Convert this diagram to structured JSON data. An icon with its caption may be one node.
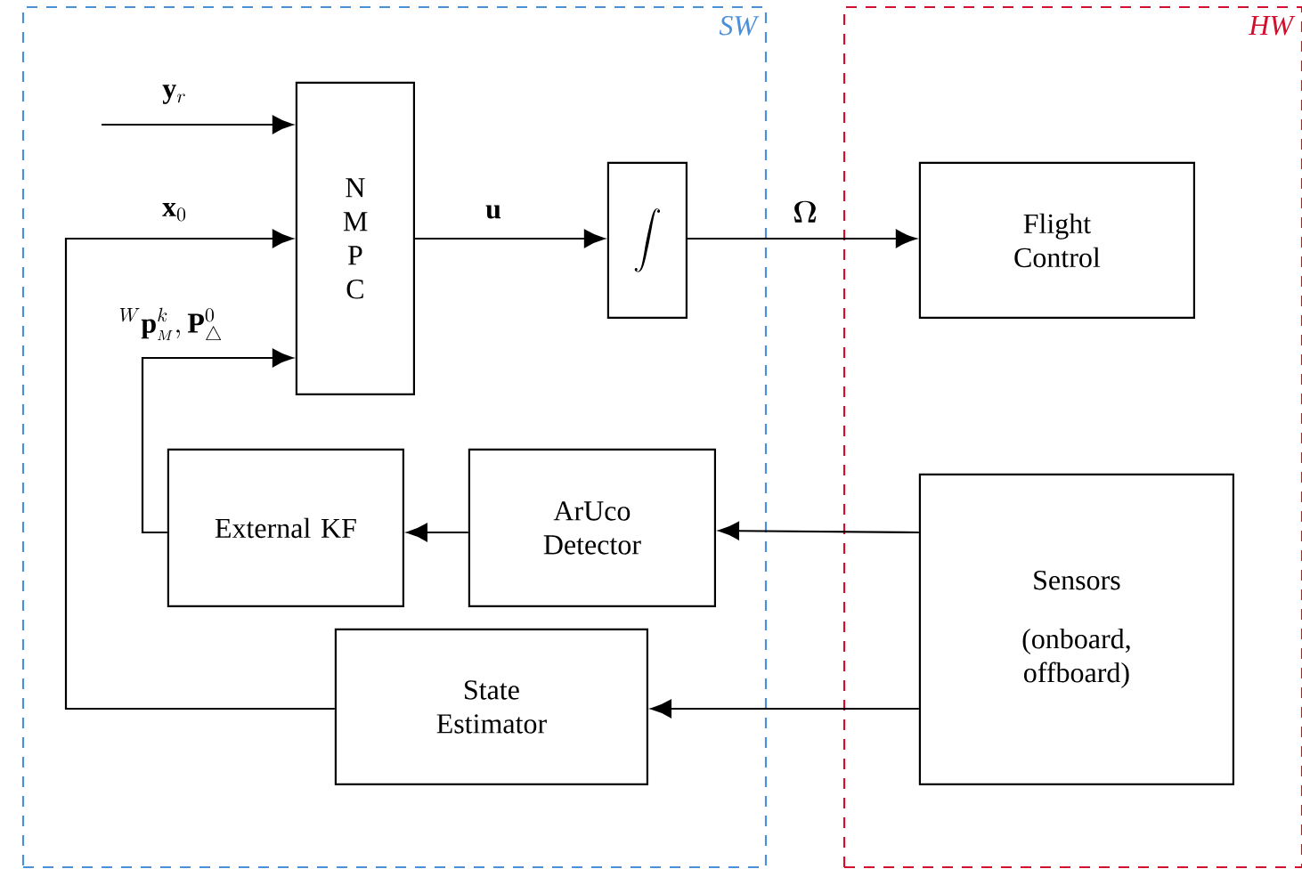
{
  "diagram": {
    "nodes": [
      {
        "text": [
          "SW"
        ]
      },
      {
        "text": [
          "HW"
        ]
      },
      {
        "text": [
          "N M P C"
        ],
        "in": 0
      },
      {
        "text": [
          "\\int"
        ],
        "in": 0
      },
      {
        "text": [
          "Flight Control"
        ],
        "in": 1
      },
      {
        "text": [
          "Sensors",
          "(onboard, offboard)"
        ],
        "in": 1
      },
      {
        "text": [
          "External KF"
        ],
        "in": 0
      },
      {
        "text": [
          "ArUco Detector"
        ],
        "in": 0
      },
      {
        "text": [
          "State Estimator"
        ],
        "in": 0
      }
    ],
    "edges": [
      {
        "from": null,
        "to": 2,
        "arrow": "to",
        "label": "\\mathbf{y}_r"
      },
      {
        "from": 8,
        "to": 2,
        "arrow": "to",
        "label": "\\mathbf{x}_0"
      },
      {
        "from": 6,
        "to": 2,
        "arrow": "to",
        "label": "{}^{W}\\mathbf{p}^{k}_{\\scriptscriptstyle M},\\mathbf{P}^{0}_{\\triangle}"
      },
      {
        "from": 2,
        "to": 3,
        "arrow": "to",
        "label": "\\mathbf{u}"
      },
      {
        "from": 3,
        "to": 4,
        "arrow": "to",
        "label": "\\boldsymbol{\\Omega}"
      },
      {
        "from": 5,
        "to": 7,
        "arrow": "to"
      },
      {
        "from": 7,
        "to": 6,
        "arrow": "to"
      },
      {
        "from": 5,
        "to": 8,
        "arrow": "to"
      }
    ]
  }
}
